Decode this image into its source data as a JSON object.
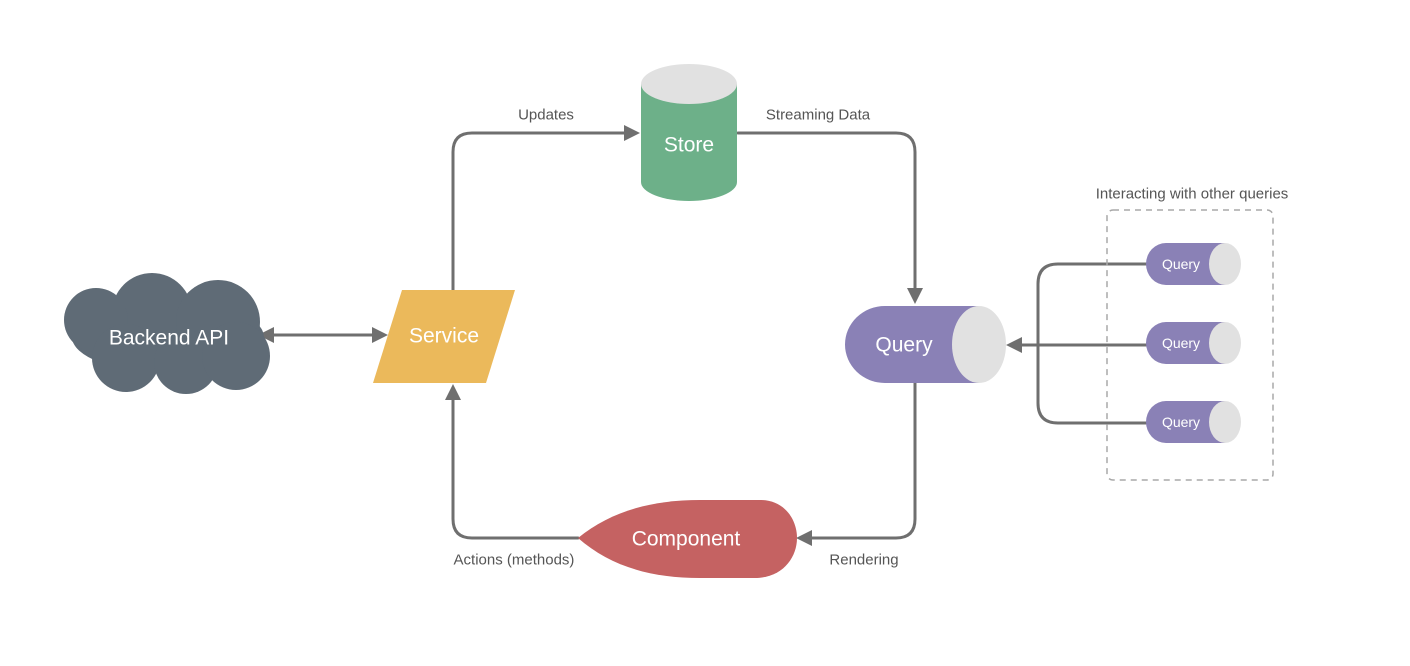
{
  "nodes": {
    "backend_api": {
      "label": "Backend API",
      "shape": "cloud",
      "color": "#5f6b76"
    },
    "service": {
      "label": "Service",
      "shape": "parallelogram",
      "color": "#ebb95b"
    },
    "store": {
      "label": "Store",
      "shape": "cylinder",
      "color": "#6db089",
      "cap_color": "#e1e1e1"
    },
    "query": {
      "label": "Query",
      "shape": "horizontal-cylinder",
      "color": "#8a81b6",
      "cap_color": "#e1e1e1"
    },
    "component": {
      "label": "Component",
      "shape": "leaf",
      "color": "#c56262"
    }
  },
  "edges": {
    "updates": "Updates",
    "streaming_data": "Streaming Data",
    "rendering": "Rendering",
    "actions": "Actions (methods)"
  },
  "other_queries": {
    "title": "Interacting with other queries",
    "items": [
      {
        "label": "Query"
      },
      {
        "label": "Query"
      },
      {
        "label": "Query"
      }
    ]
  }
}
